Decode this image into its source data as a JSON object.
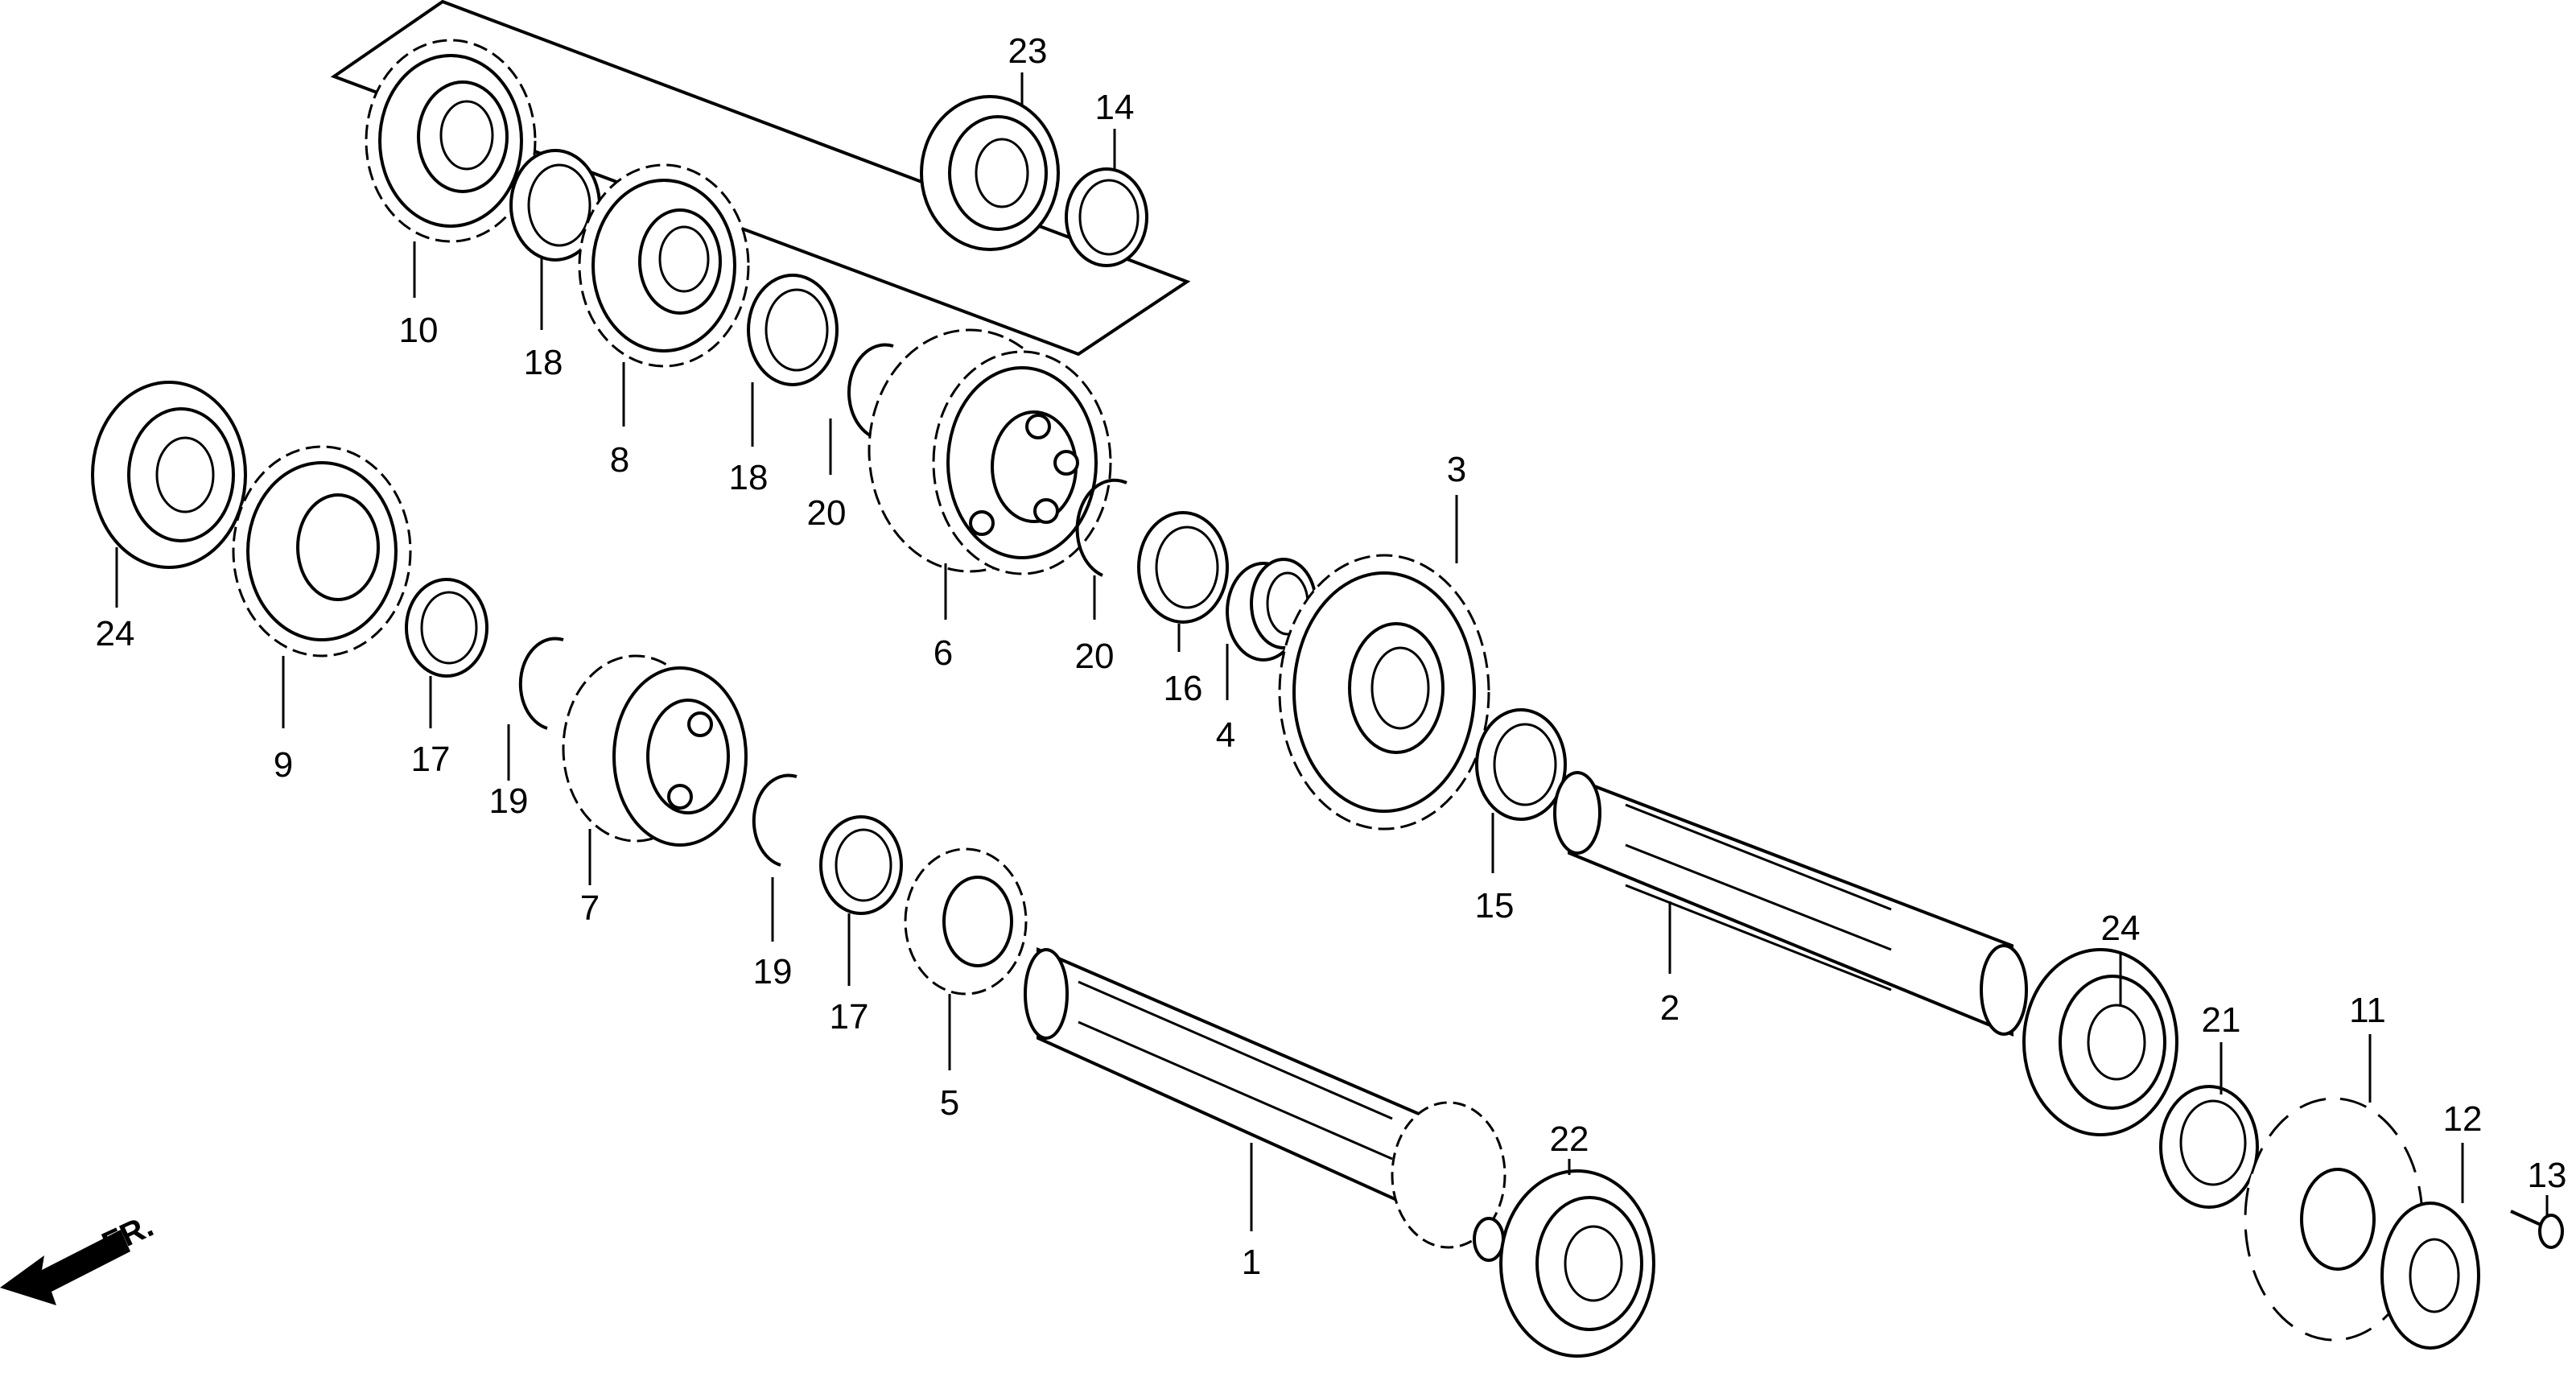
{
  "parts": {
    "p1": "1",
    "p2": "2",
    "p3": "3",
    "p4": "4",
    "p5": "5",
    "p6": "6",
    "p7": "7",
    "p8": "8",
    "p9": "9",
    "p10": "10",
    "p11": "11",
    "p12": "12",
    "p13": "13",
    "p14": "14",
    "p15": "15",
    "p16": "16",
    "p17a": "17",
    "p17b": "17",
    "p18a": "18",
    "p18b": "18",
    "p19a": "19",
    "p19b": "19",
    "p20a": "20",
    "p20b": "20",
    "p21": "21",
    "p22": "22",
    "p23": "23",
    "p24a": "24",
    "p24b": "24"
  },
  "front_indicator": "FR."
}
